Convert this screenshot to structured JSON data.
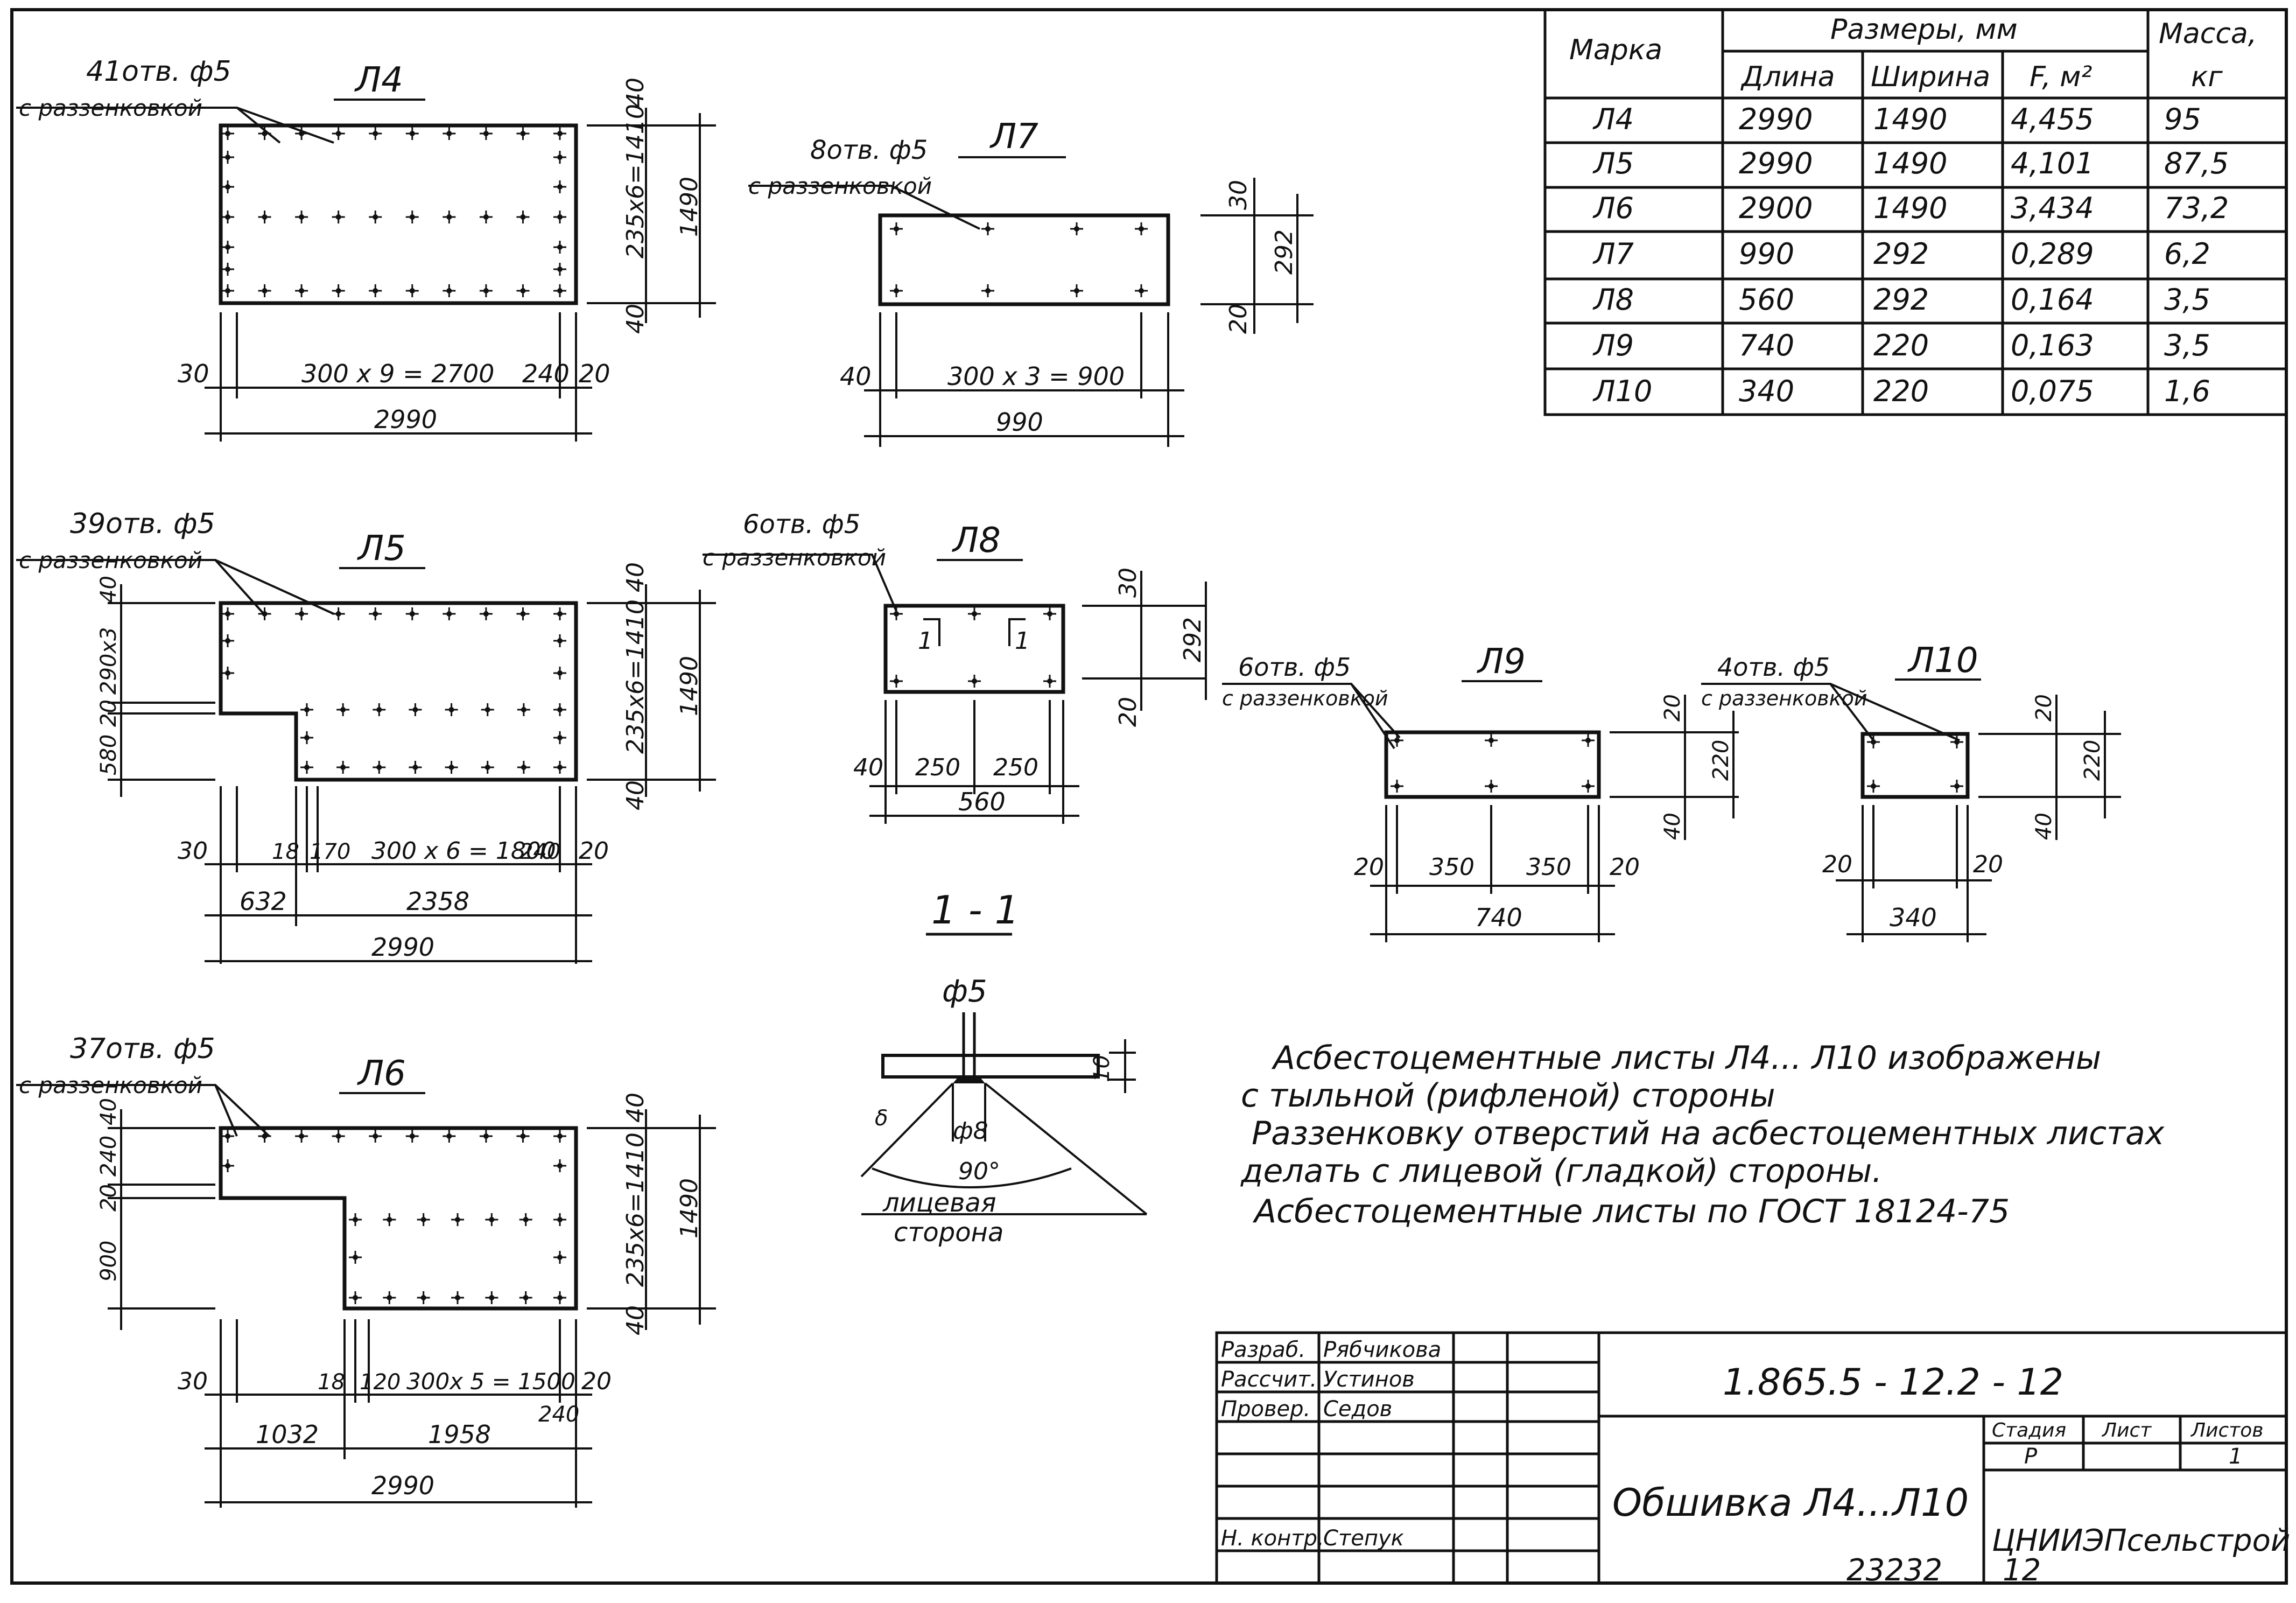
{
  "spec_table": {
    "headers": {
      "mark": "Марка",
      "sizes": "Размеры, мм",
      "length": "Длина",
      "width": "Ширина",
      "area": "F, м²",
      "mass_top": "Масса,",
      "mass_unit": "кг"
    },
    "rows": [
      {
        "mark": "Л4",
        "length": "2990",
        "width": "1490",
        "area": "4,455",
        "mass": "95"
      },
      {
        "mark": "Л5",
        "length": "2990",
        "width": "1490",
        "area": "4,101",
        "mass": "87,5"
      },
      {
        "mark": "Л6",
        "length": "2900",
        "width": "1490",
        "area": "3,434",
        "mass": "73,2"
      },
      {
        "mark": "Л7",
        "length": "990",
        "width": "292",
        "area": "0,289",
        "mass": "6,2"
      },
      {
        "mark": "Л8",
        "length": "560",
        "width": "292",
        "area": "0,164",
        "mass": "3,5"
      },
      {
        "mark": "Л9",
        "length": "740",
        "width": "220",
        "area": "0,163",
        "mass": "3,5"
      },
      {
        "mark": "Л10",
        "length": "340",
        "width": "220",
        "area": "0,075",
        "mass": "1,6"
      }
    ]
  },
  "sheets": {
    "l4": {
      "title": "Л4",
      "holes": "41отв. ф5",
      "countersink": "с раззенковкой",
      "dims": {
        "left": "30",
        "pitch": "300 х 9 = 2700",
        "right_a": "240",
        "right_b": "20",
        "total": "2990",
        "top": "40",
        "vert": "235х6=1410",
        "bottom": "40",
        "height": "1490"
      }
    },
    "l7": {
      "title": "Л7",
      "holes": "8отв. ф5",
      "countersink": "с раззенковкой",
      "dims": {
        "left": "40",
        "pitch": "300 х 3 = 900",
        "total": "990",
        "top": "30",
        "height": "292",
        "bottom": "20"
      }
    },
    "l5": {
      "title": "Л5",
      "holes": "39отв. ф5",
      "countersink": "с раззенковкой",
      "dims": {
        "left_top": "40",
        "left_a": "290х3",
        "left_b": "20",
        "left_c": "580",
        "right_top": "40",
        "vert": "235х6=1410",
        "right_bottom": "40",
        "height": "1490",
        "a": "30",
        "b": "18",
        "c": "170",
        "pitch": "300 х 6 = 1800",
        "d": "240",
        "e": "20",
        "left_w": "632",
        "right_w": "2358",
        "total": "2990"
      }
    },
    "l8": {
      "title": "Л8",
      "holes": "6отв. ф5",
      "countersink": "с раззенковкой",
      "cut": "1",
      "dims": {
        "a": "40",
        "b": "250",
        "c": "250",
        "total": "560",
        "top": "30",
        "height": "292",
        "bottom": "20"
      }
    },
    "l9": {
      "title": "Л9",
      "holes": "6отв. ф5",
      "countersink": "с раззенковкой",
      "dims": {
        "a": "20",
        "b": "350",
        "c": "350",
        "d": "20",
        "total": "740",
        "top": "20",
        "height": "220",
        "bottom": "40"
      }
    },
    "l10": {
      "title": "Л10",
      "holes": "4отв. ф5",
      "countersink": "с раззенковкой",
      "dims": {
        "a": "20",
        "b": "20",
        "total": "340",
        "top": "20",
        "height": "220",
        "bottom": "40"
      }
    },
    "l6": {
      "title": "Л6",
      "holes": "37отв. ф5",
      "countersink": "с раззенковкой",
      "dims": {
        "left_top": "40",
        "left_a": "240",
        "left_b": "20",
        "left_c": "900",
        "right_top": "40",
        "vert": "235х6=1410",
        "right_bottom": "40",
        "height": "1490",
        "a": "30",
        "b": "18",
        "c": "120",
        "pitch": "300х 5 = 1500",
        "d": "240",
        "e": "20",
        "left_w": "1032",
        "right_w": "1958",
        "total": "2990"
      }
    }
  },
  "section": {
    "title": "1 - 1",
    "hole": "ф5",
    "inner": "ф8",
    "angle": "90°",
    "thickness": "10",
    "delta": "δ",
    "face_1": "лицевая",
    "face_2": "сторона"
  },
  "notes": [
    "Асбестоцементные листы Л4... Л10 изображены",
    "с тыльной (рифленой) стороны",
    "Раззенковку отверстий на асбестоцементных листах",
    "делать с лицевой (гладкой) стороны.",
    "Асбестоцементные листы по ГОСТ 18124-75"
  ],
  "title_block": {
    "roles": [
      "Разраб.",
      "Рассчит.",
      "Провер.",
      "",
      "",
      "",
      "Н. контр."
    ],
    "names": [
      "Рябчикова",
      "Устинов",
      "Седов",
      "",
      "",
      "",
      "Степук"
    ],
    "doc_code": "1.865.5 - 12.2 - 12",
    "doc_title": "Обшивка Л4...Л10",
    "stage_label": "Стадия",
    "sheet_label": "Лист",
    "sheets_label": "Листов",
    "stage": "Р",
    "sheets": "1",
    "org": "ЦНИИЭПсельстрой",
    "footer_a": "23232",
    "footer_b": "12"
  },
  "colors": {
    "ink": "#111111",
    "paper": "#ffffff"
  }
}
